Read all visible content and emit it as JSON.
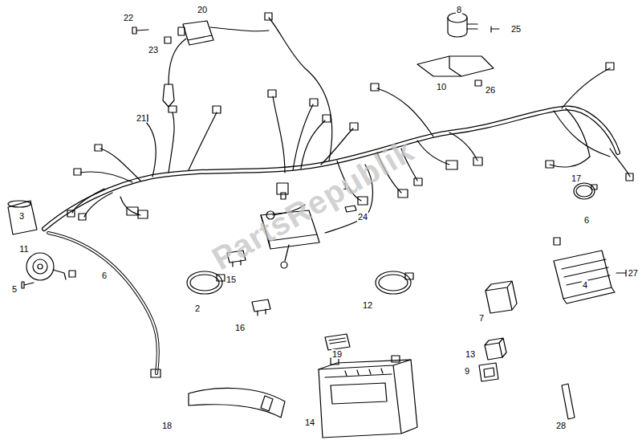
{
  "diagram": {
    "labels": [
      "22",
      "20",
      "23",
      "21",
      "8",
      "25",
      "10",
      "26",
      "1",
      "3",
      "24",
      "17",
      "6",
      "4",
      "27",
      "11",
      "6",
      "5",
      "15",
      "2",
      "16",
      "12",
      "19",
      "7",
      "13",
      "9",
      "18",
      "14",
      "28",
      "PartsRepublik"
    ]
  }
}
